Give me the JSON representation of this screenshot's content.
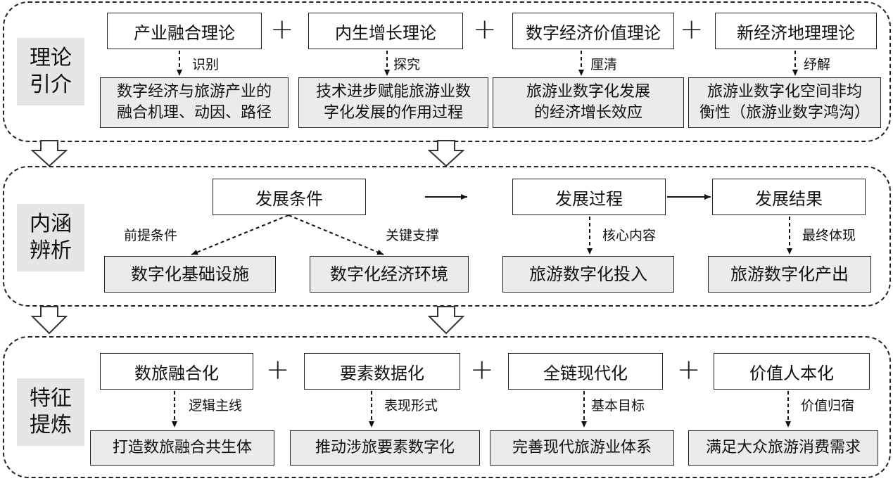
{
  "sections": [
    {
      "label": "理论\n引介",
      "theories": [
        "产业融合理论",
        "内生增长理论",
        "数字经济价值理论",
        "新经济地理理论"
      ],
      "connectors": [
        "识别",
        "探究",
        "厘清",
        "纾解"
      ],
      "outcomes": [
        "数字经济与旅游产业的\n融合机理、动因、路径",
        "技术进步赋能旅游业数\n字化发展的作用过程",
        "旅游业数字化发展\n的经济增长效应",
        "旅游业数字化空间非均\n衡性（旅游业数字鸿沟）"
      ]
    },
    {
      "label": "内涵\n辨析",
      "condition": "发展条件",
      "process": "发展过程",
      "result": "发展结果",
      "premise_label": "前提条件",
      "support_label": "关键支撑",
      "core_label": "核心内容",
      "final_label": "最终体现",
      "infrastructure": "数字化基础设施",
      "environment": "数字化经济环境",
      "input": "旅游数字化投入",
      "output": "旅游数字化产出"
    },
    {
      "label": "特征\n提炼",
      "features": [
        "数旅融合化",
        "要素数据化",
        "全链现代化",
        "价值人本化"
      ],
      "connectors": [
        "逻辑主线",
        "表现形式",
        "基本目标",
        "价值归宿"
      ],
      "outcomes": [
        "打造数旅融合共生体",
        "推动涉旅要素数字化",
        "完善现代旅游业体系",
        "满足大众旅游消费需求"
      ]
    }
  ],
  "plus_sign": "+"
}
